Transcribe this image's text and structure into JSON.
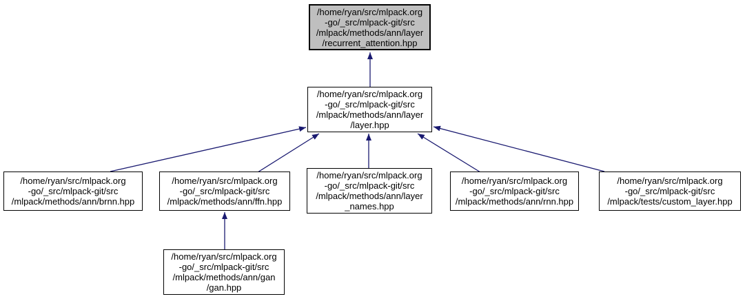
{
  "graph": {
    "kind": "include-dependency-graph",
    "colors": {
      "edge": "#191970",
      "node_fill": "#ffffff",
      "node_border": "#000000",
      "highlight_fill": "#bfbfbf",
      "text": "#000000",
      "background": "#ffffff"
    },
    "nodes": {
      "recurrent_attention": {
        "highlighted": true,
        "lines": [
          "/home/ryan/src/mlpack.org",
          "-go/_src/mlpack-git/src",
          "/mlpack/methods/ann/layer",
          "/recurrent_attention.hpp"
        ]
      },
      "layer": {
        "highlighted": false,
        "lines": [
          "/home/ryan/src/mlpack.org",
          "-go/_src/mlpack-git/src",
          "/mlpack/methods/ann/layer",
          "/layer.hpp"
        ]
      },
      "brnn": {
        "highlighted": false,
        "lines": [
          "/home/ryan/src/mlpack.org",
          "-go/_src/mlpack-git/src",
          "/mlpack/methods/ann/brnn.hpp"
        ]
      },
      "ffn": {
        "highlighted": false,
        "lines": [
          "/home/ryan/src/mlpack.org",
          "-go/_src/mlpack-git/src",
          "/mlpack/methods/ann/ffn.hpp"
        ]
      },
      "layer_names": {
        "highlighted": false,
        "lines": [
          "/home/ryan/src/mlpack.org",
          "-go/_src/mlpack-git/src",
          "/mlpack/methods/ann/layer",
          "_names.hpp"
        ]
      },
      "rnn": {
        "highlighted": false,
        "lines": [
          "/home/ryan/src/mlpack.org",
          "-go/_src/mlpack-git/src",
          "/mlpack/methods/ann/rnn.hpp"
        ]
      },
      "custom_layer": {
        "highlighted": false,
        "lines": [
          "/home/ryan/src/mlpack.org",
          "-go/_src/mlpack-git/src",
          "/mlpack/tests/custom_layer.hpp"
        ]
      },
      "gan": {
        "highlighted": false,
        "lines": [
          "/home/ryan/src/mlpack.org",
          "-go/_src/mlpack-git/src",
          "/mlpack/methods/ann/gan",
          "/gan.hpp"
        ]
      }
    },
    "edges": [
      {
        "from": "layer",
        "to": "recurrent_attention"
      },
      {
        "from": "brnn",
        "to": "layer"
      },
      {
        "from": "ffn",
        "to": "layer"
      },
      {
        "from": "layer_names",
        "to": "layer"
      },
      {
        "from": "rnn",
        "to": "layer"
      },
      {
        "from": "custom_layer",
        "to": "layer"
      },
      {
        "from": "gan",
        "to": "ffn"
      }
    ]
  }
}
